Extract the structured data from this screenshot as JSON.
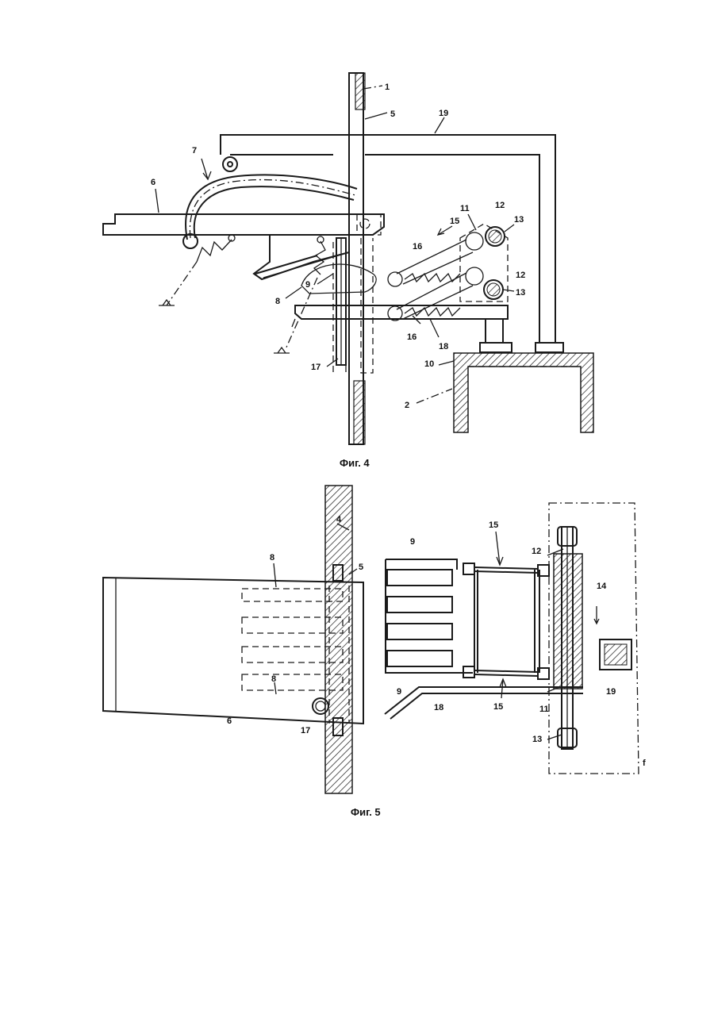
{
  "fig4": {
    "caption": "Фиг. 4",
    "labels": {
      "n1": "1",
      "n5": "5",
      "n19": "19",
      "n7": "7",
      "n6": "6",
      "n11": "11",
      "n12a": "12",
      "n13a": "13",
      "n15": "15",
      "n16a": "16",
      "n12b": "12",
      "n13b": "13",
      "n8": "8",
      "n9": "9",
      "n16b": "16",
      "n18": "18",
      "n17": "17",
      "n10": "10",
      "n2": "2"
    }
  },
  "fig5": {
    "caption": "Фиг. 5",
    "labels": {
      "n4": "4",
      "n8a": "8",
      "n5": "5",
      "n9a": "9",
      "n15a": "15",
      "n12": "12",
      "n14": "14",
      "n9b": "9",
      "n18": "18",
      "n15b": "15",
      "n11": "11",
      "n19": "19",
      "n6": "6",
      "n17": "17",
      "n8b": "8",
      "n13": "13",
      "nf": "f"
    }
  }
}
